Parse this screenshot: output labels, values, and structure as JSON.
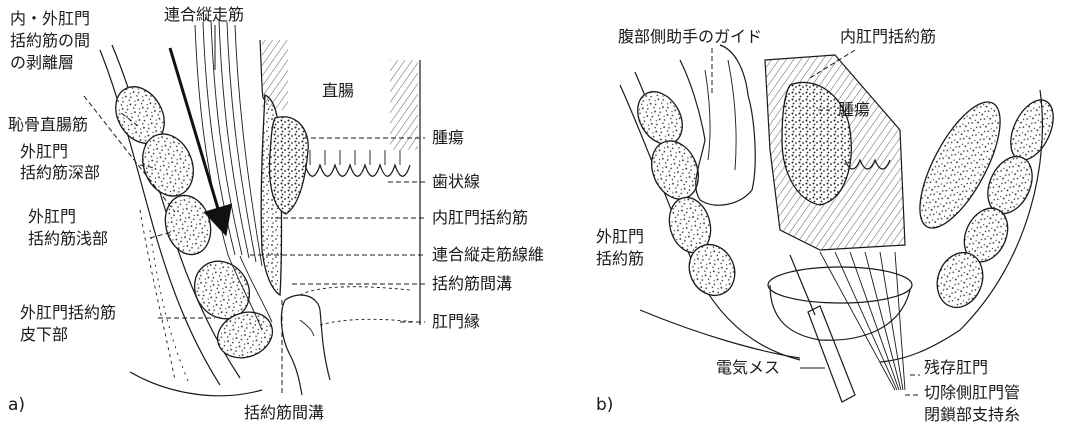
{
  "panel_a": {
    "tag": "a)",
    "labels": {
      "intersphincteric_1": "内・外肛門",
      "intersphincteric_2": "括約筋の間",
      "intersphincteric_3": "の剥離層",
      "longitudinal_muscle": "連合縦走筋",
      "rectum": "直腸",
      "puborectalis": "恥骨直腸筋",
      "ext_deep_1": "外肛門",
      "ext_deep_2": "括約筋深部",
      "ext_superficial_1": "外肛門",
      "ext_superficial_2": "括約筋浅部",
      "ext_subcutaneous_1": "外肛門括約筋",
      "ext_subcutaneous_2": "皮下部",
      "tumor": "腫瘍",
      "dentate_line": "歯状線",
      "internal_sphincter": "内肛門括約筋",
      "longitudinal_fibers": "連合縦走筋線維",
      "intersphincteric_groove": "括約筋間溝",
      "anal_verge": "肛門縁",
      "intersphincteric_groove_bottom": "括約筋間溝"
    }
  },
  "panel_b": {
    "tag": "b)",
    "labels": {
      "assistant_guide": "腹部側助手のガイド",
      "internal_sphincter": "内肛門括約筋",
      "tumor": "腫瘍",
      "external_sphincter_1": "外肛門",
      "external_sphincter_2": "括約筋",
      "electrocautery": "電気メス",
      "residual_anus": "残存肛門",
      "resection_side_1": "切除側肛門管",
      "resection_side_2": "閉鎖部支持糸"
    }
  }
}
